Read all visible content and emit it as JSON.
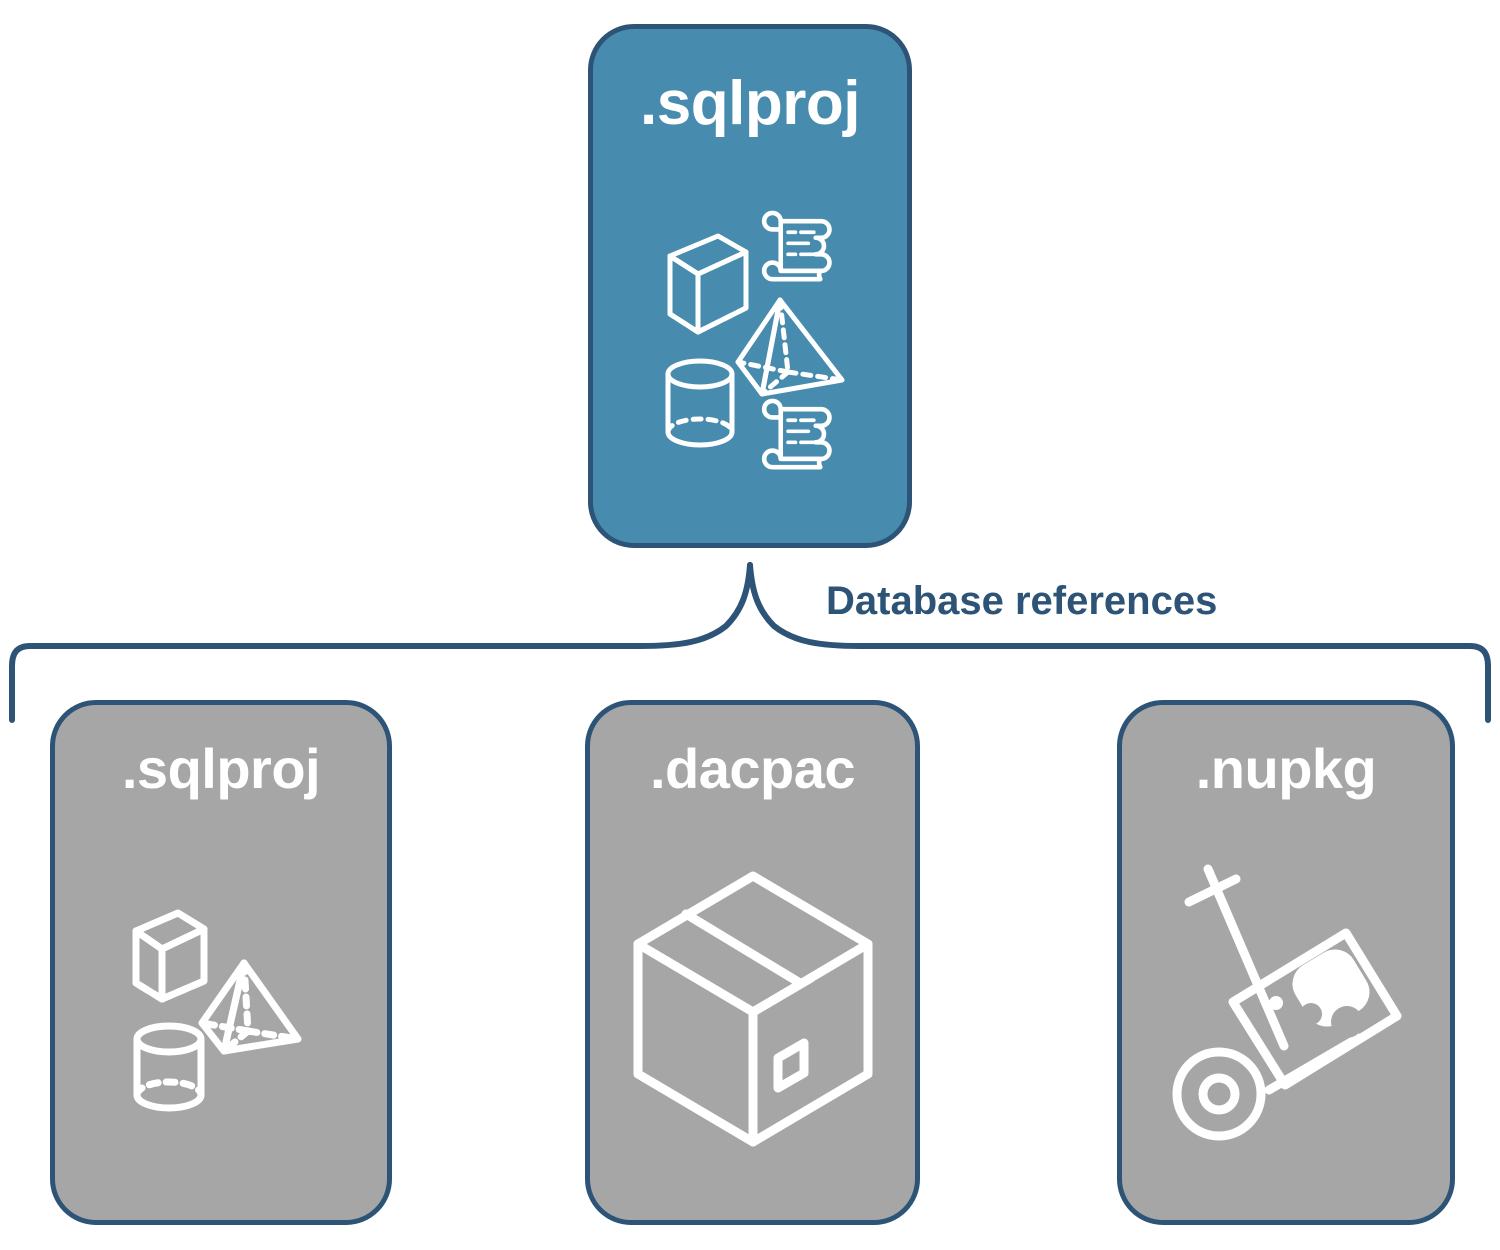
{
  "diagram": {
    "title": "Database references",
    "colors": {
      "primary_fill": "#478cae",
      "secondary_fill": "#a6a6a6",
      "stroke": "#2d5476",
      "icon": "#ffffff",
      "background": "#ffffff"
    },
    "connector_label": "Database references"
  },
  "top_card": {
    "label": ".sqlproj",
    "fill": "#478cae",
    "icons": [
      "cube-icon",
      "scroll-icon",
      "pyramid-icon",
      "cylinder-icon",
      "scroll-icon"
    ]
  },
  "reference_cards": [
    {
      "label": ".sqlproj",
      "fill": "#a6a6a6",
      "icons": [
        "cube-icon",
        "pyramid-icon",
        "cylinder-icon"
      ]
    },
    {
      "label": ".dacpac",
      "fill": "#a6a6a6",
      "icons": [
        "package-box-icon"
      ]
    },
    {
      "label": ".nupkg",
      "fill": "#a6a6a6",
      "icons": [
        "hand-truck-icon",
        "nuget-package-icon"
      ]
    }
  ]
}
